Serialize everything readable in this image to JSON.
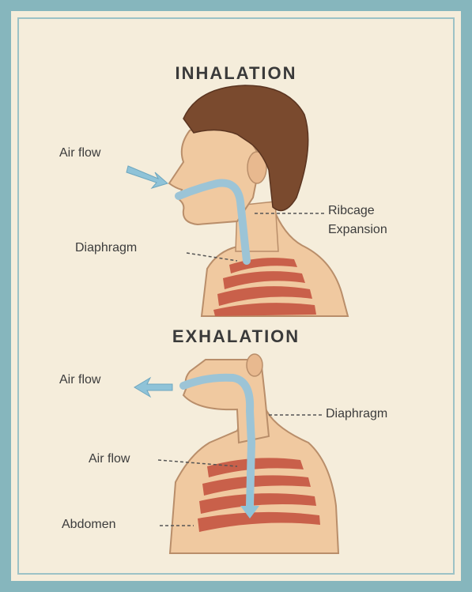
{
  "inhalation": {
    "title": "INHALATION",
    "labels": {
      "air_flow": "Air flow",
      "ribcage_line1": "Ribcage",
      "ribcage_line2": "Expansion",
      "diaphragm": "Diaphragm"
    }
  },
  "exhalation": {
    "title": "EXHALATION",
    "labels": {
      "air_flow_out": "Air flow",
      "diaphragm": "Diaphragm",
      "air_flow_in": "Air flow",
      "abdomen": "Abdomen"
    }
  },
  "colors": {
    "frame": "#86b6bd",
    "background": "#f5eddb",
    "skin": "#f0c9a0",
    "skin_outline": "#b98e6a",
    "hair": "#7a4a2e",
    "airway": "#9cc4d6",
    "ribs": "#c9604a",
    "arrow": "#8fc3d8"
  }
}
